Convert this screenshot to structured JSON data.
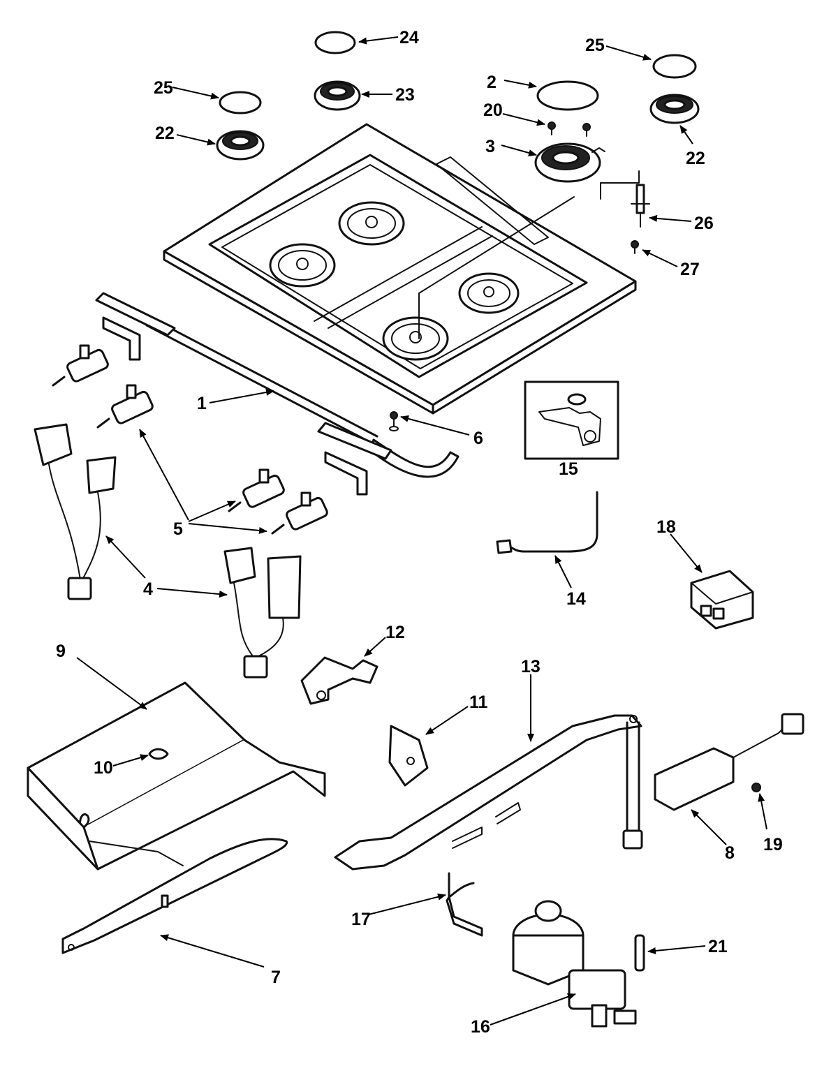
{
  "callouts": [
    "1",
    "2",
    "3",
    "4",
    "5",
    "6",
    "7",
    "8",
    "9",
    "10",
    "11",
    "12",
    "13",
    "14",
    "15",
    "16",
    "17",
    "18",
    "19",
    "20",
    "21",
    "22",
    "22",
    "23",
    "24",
    "25",
    "25",
    "26",
    "27"
  ],
  "colors": {
    "ink": "#111111",
    "paper": "#ffffff"
  }
}
